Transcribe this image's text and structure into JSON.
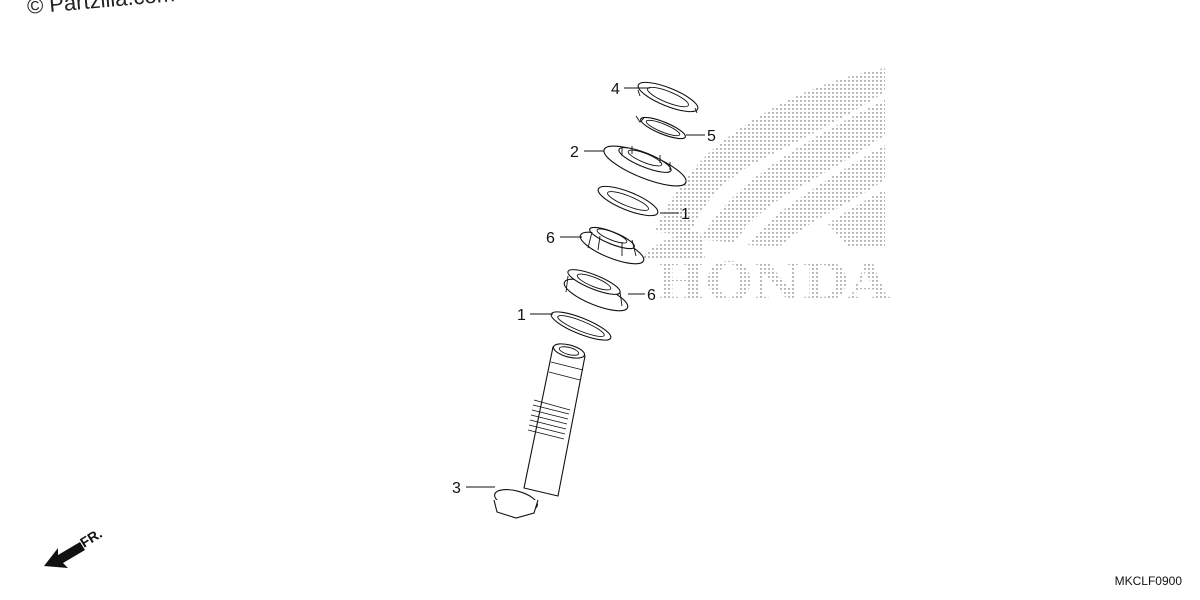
{
  "watermark": {
    "symbol": "©",
    "text": "Partzilla.com"
  },
  "diagram_code": "MKCLF0900",
  "brand_watermark": "HONDA",
  "front_arrow": {
    "label": "FR."
  },
  "callouts": [
    {
      "num": "4"
    },
    {
      "num": "5"
    },
    {
      "num": "2"
    },
    {
      "num": "1"
    },
    {
      "num": "6"
    },
    {
      "num": "6"
    },
    {
      "num": "1"
    },
    {
      "num": "3"
    }
  ]
}
